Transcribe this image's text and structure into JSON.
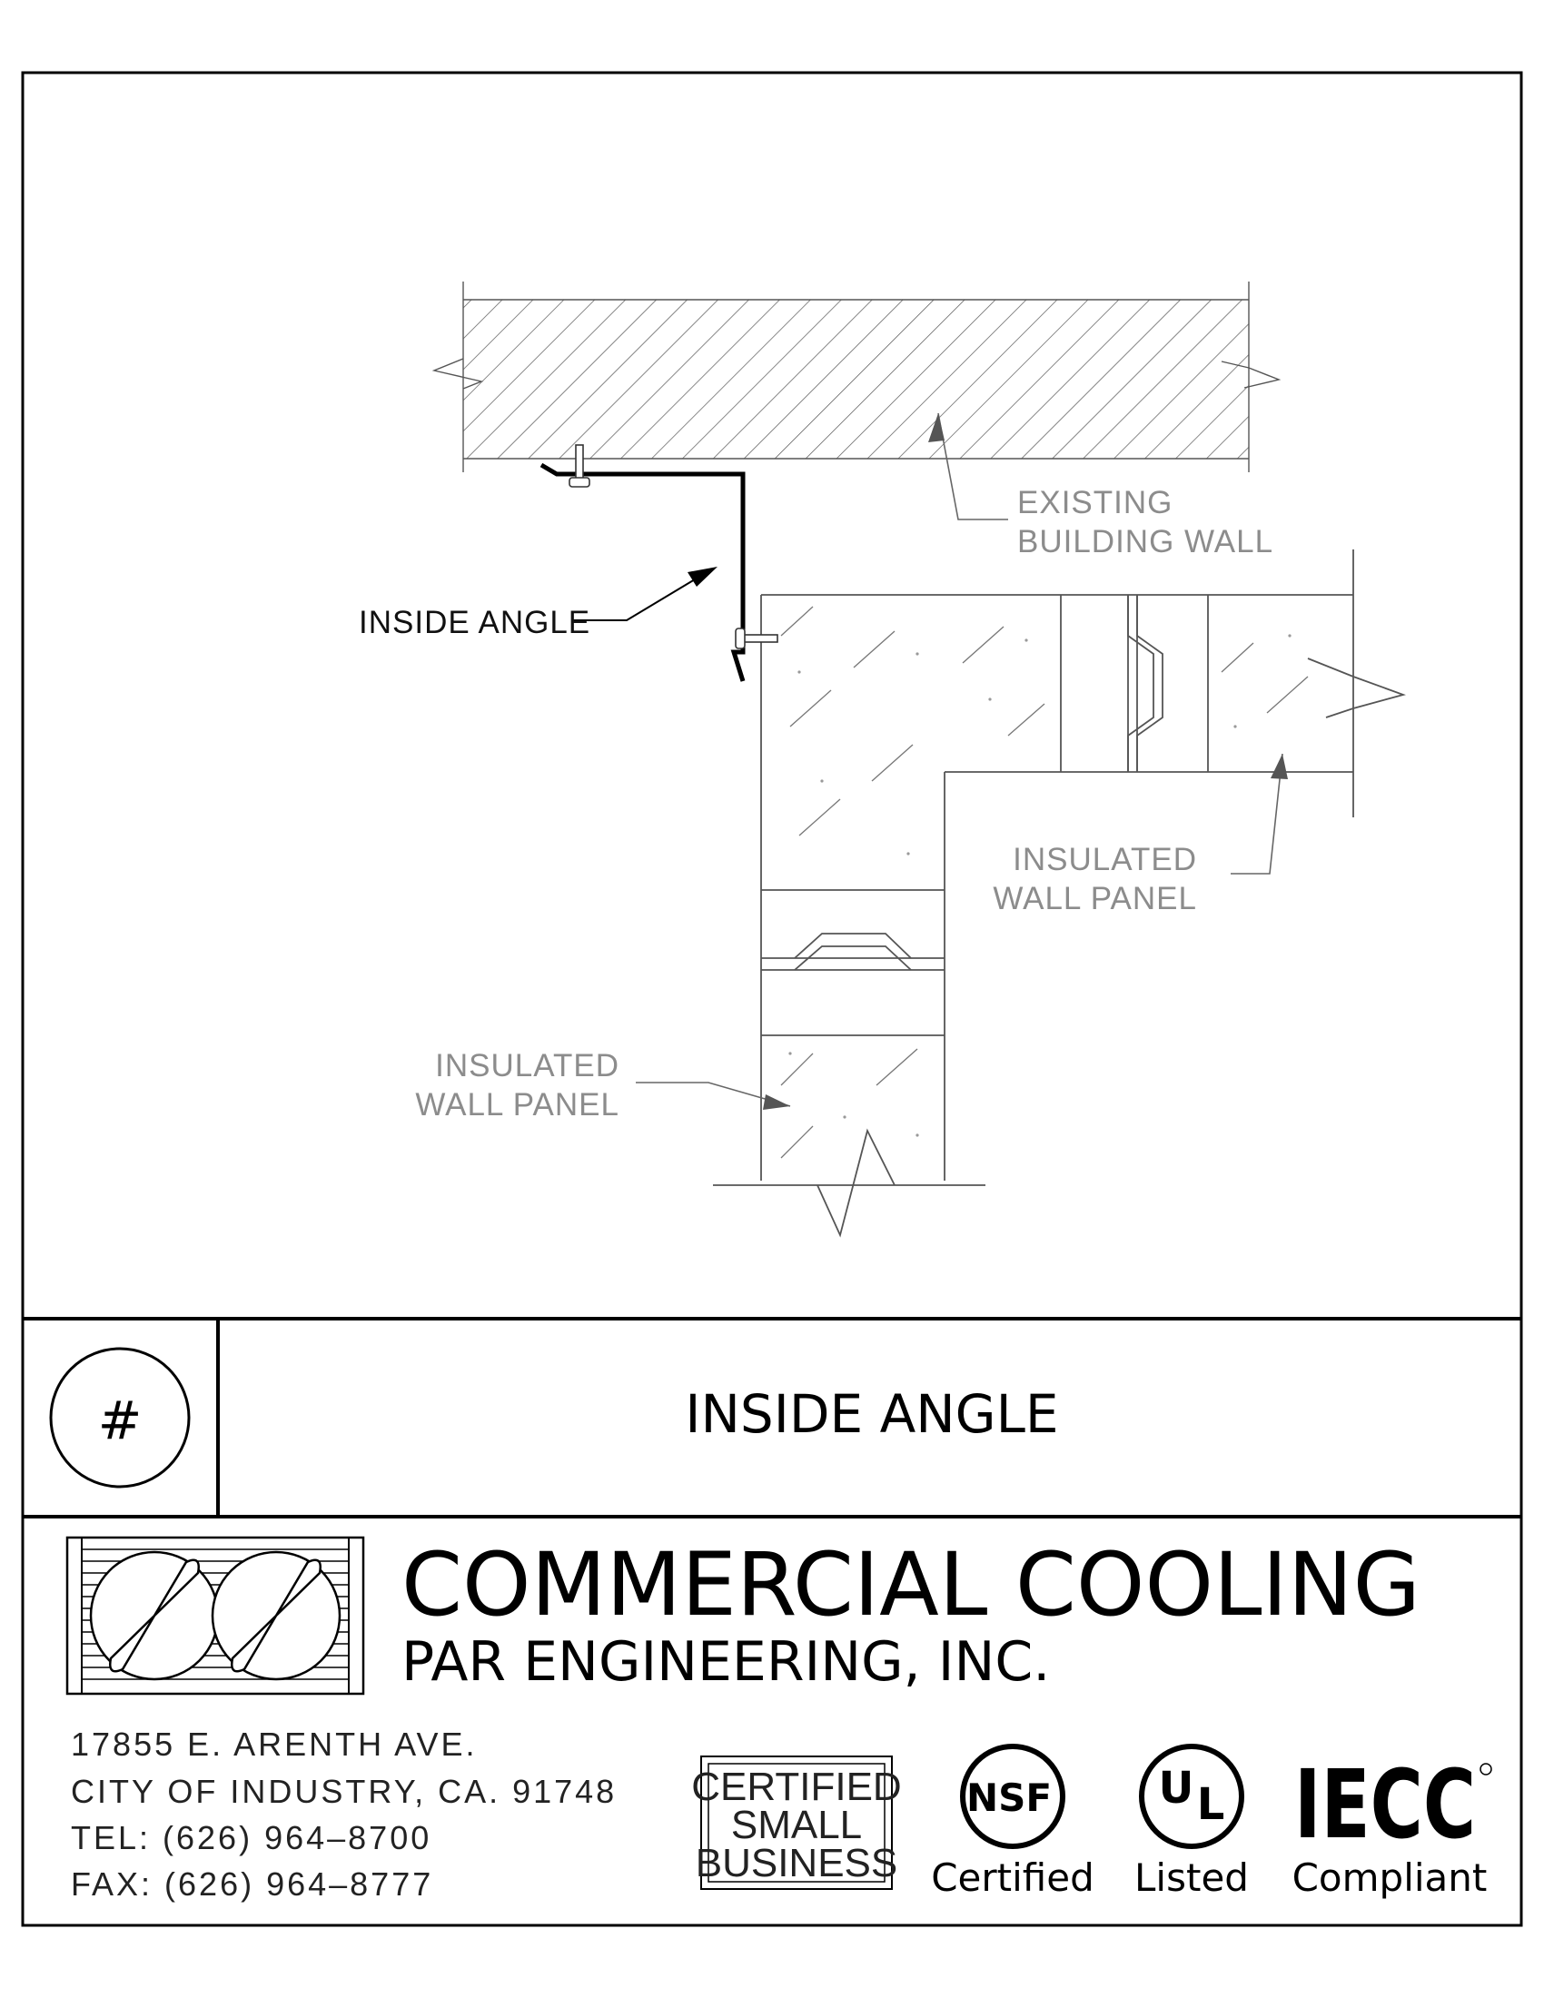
{
  "drawing": {
    "labels": {
      "existing_wall_line1": "EXISTING",
      "existing_wall_line2": "BUILDING WALL",
      "inside_angle": "INSIDE ANGLE",
      "panel_right_line1": "INSULATED",
      "panel_right_line2": "WALL PANEL",
      "panel_bottom_line1": "INSULATED",
      "panel_bottom_line2": "WALL PANEL"
    }
  },
  "title_block": {
    "detail_number": "#",
    "detail_title": "INSIDE ANGLE"
  },
  "company": {
    "name": "COMMERCIAL COOLING",
    "subname": "PAR ENGINEERING, INC.",
    "address_line1": "17855 E. ARENTH AVE.",
    "address_line2": "CITY OF INDUSTRY, CA. 91748",
    "tel": "TEL: (626) 964–8700",
    "fax": "FAX: (626) 964–8777"
  },
  "badges": {
    "small_business_line1": "CERTIFIED",
    "small_business_line2": "SMALL",
    "small_business_line3": "BUSINESS",
    "nsf_logo": "NSF",
    "nsf_caption": "Certified",
    "ul_logo_u": "U",
    "ul_logo_l": "L",
    "ul_caption": "Listed",
    "iecc_logo": "IECC",
    "iecc_caption": "Compliant"
  },
  "colors": {
    "line": "#000000",
    "annotation": "#8c8c8c"
  }
}
